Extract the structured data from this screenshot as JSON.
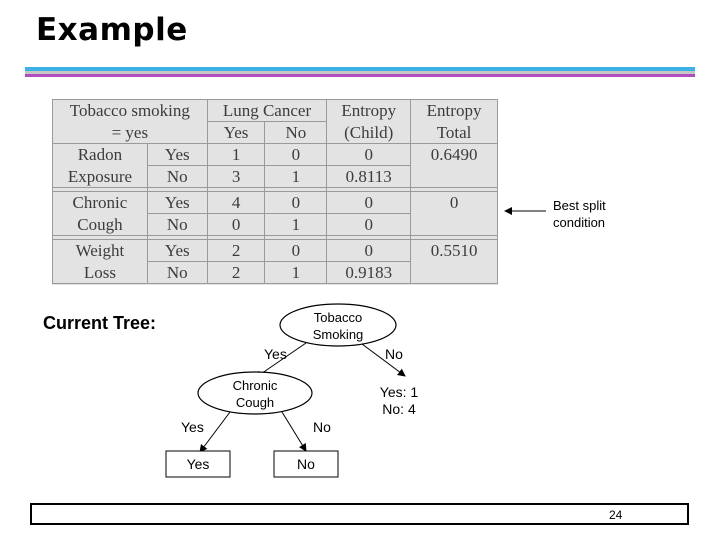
{
  "slide": {
    "title": "Example",
    "page_number": "24",
    "subtitle": "Current Tree:",
    "rule_colors": [
      "#3bb1e6",
      "#c6c6c6",
      "#b04ec0"
    ]
  },
  "table": {
    "header": {
      "col1_line1": "Tobacco smoking",
      "col1_line2": "= yes",
      "lung_cancer": "Lung Cancer",
      "yes": "Yes",
      "no": "No",
      "entropy_child_1": "Entropy",
      "entropy_child_2": "(Child)",
      "entropy_total_1": "Entropy",
      "entropy_total_2": "Total"
    },
    "groups": [
      {
        "name1": "Radon",
        "name2": "Exposure",
        "rows": [
          {
            "value": "Yes",
            "lc_yes": "1",
            "lc_no": "0",
            "entropy": "0"
          },
          {
            "value": "No",
            "lc_yes": "3",
            "lc_no": "1",
            "entropy": "0.8113"
          }
        ],
        "total": "0.6490"
      },
      {
        "name1": "Chronic",
        "name2": "Cough",
        "rows": [
          {
            "value": "Yes",
            "lc_yes": "4",
            "lc_no": "0",
            "entropy": "0"
          },
          {
            "value": "No",
            "lc_yes": "0",
            "lc_no": "1",
            "entropy": "0"
          }
        ],
        "total": "0"
      },
      {
        "name1": "Weight",
        "name2": "Loss",
        "rows": [
          {
            "value": "Yes",
            "lc_yes": "2",
            "lc_no": "0",
            "entropy": "0"
          },
          {
            "value": "No",
            "lc_yes": "2",
            "lc_no": "1",
            "entropy": "0.9183"
          }
        ],
        "total": "0.5510"
      }
    ]
  },
  "annotation": {
    "line1": "Best split",
    "line2": "condition"
  },
  "tree": {
    "root_line1": "Tobacco",
    "root_line2": "Smoking",
    "root_yes": "Yes",
    "root_no": "No",
    "leaf_right_line1": "Yes: 1",
    "leaf_right_line2": "No: 4",
    "child_line1": "Chronic",
    "child_line2": "Cough",
    "child_yes": "Yes",
    "child_no": "No",
    "leaf_yes": "Yes",
    "leaf_no": "No"
  }
}
